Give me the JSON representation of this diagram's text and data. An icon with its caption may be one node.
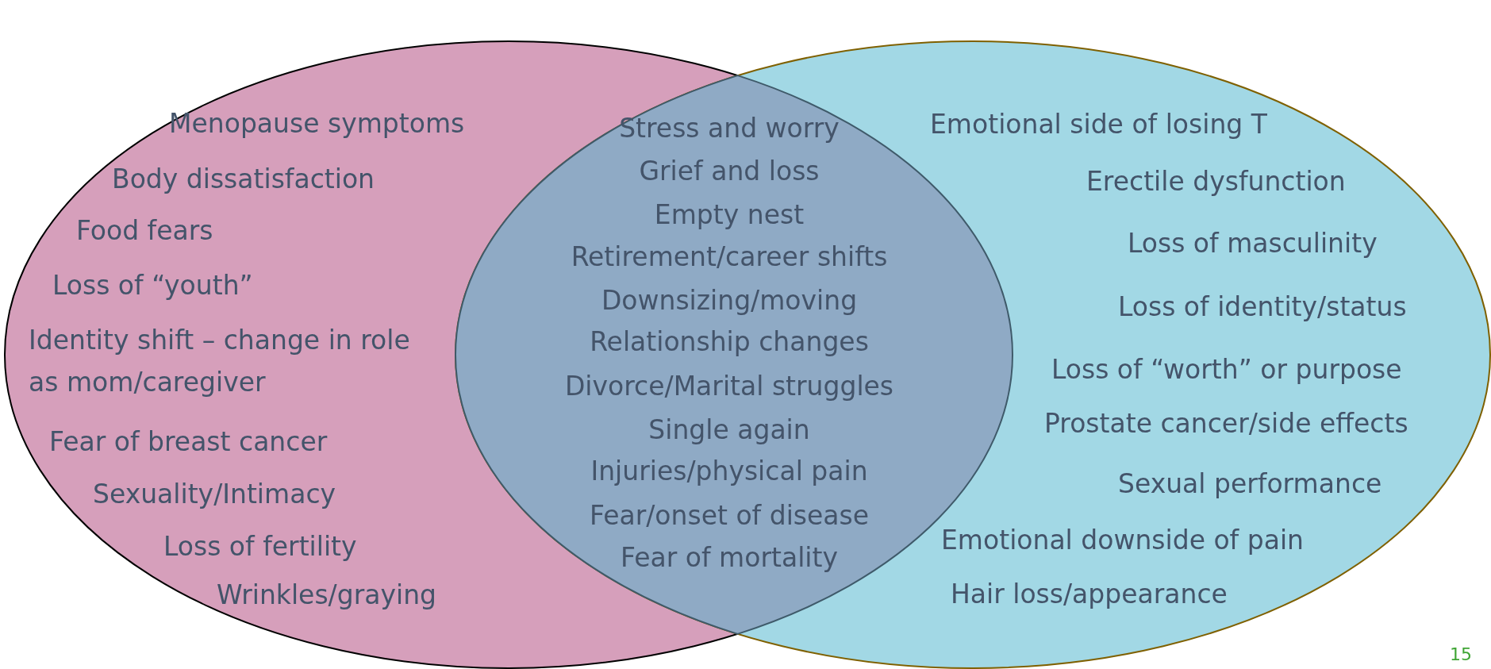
{
  "diagram": {
    "nodes": [
      {
        "text": [
          "Menopause symptoms",
          "Body dissatisfaction",
          "Food fears",
          "Loss of “youth”",
          "Identity shift – change in role as mom/caregiver",
          "Fear of breast cancer",
          "Sexuality/Intimacy",
          "Loss of fertility",
          "Wrinkles/graying"
        ]
      },
      {
        "text": [
          "Stress and worry",
          "Grief and loss",
          "Empty nest",
          "Retirement/career shifts",
          "Downsizing/moving",
          "Relationship changes",
          "Divorce/Marital struggles",
          "Single again",
          "Injuries/physical pain",
          "Fear/onset of disease",
          "Fear of mortality"
        ]
      },
      {
        "text": [
          "Emotional side of losing T",
          "Erectile dysfunction",
          "Loss of masculinity",
          "Loss of identity/status",
          "Loss of “worth” or purpose",
          "Prostate cancer/side effects",
          "Sexual performance",
          "Emotional downside of pain",
          "Hair loss/appearance"
        ]
      }
    ],
    "labels": [
      "15"
    ]
  }
}
